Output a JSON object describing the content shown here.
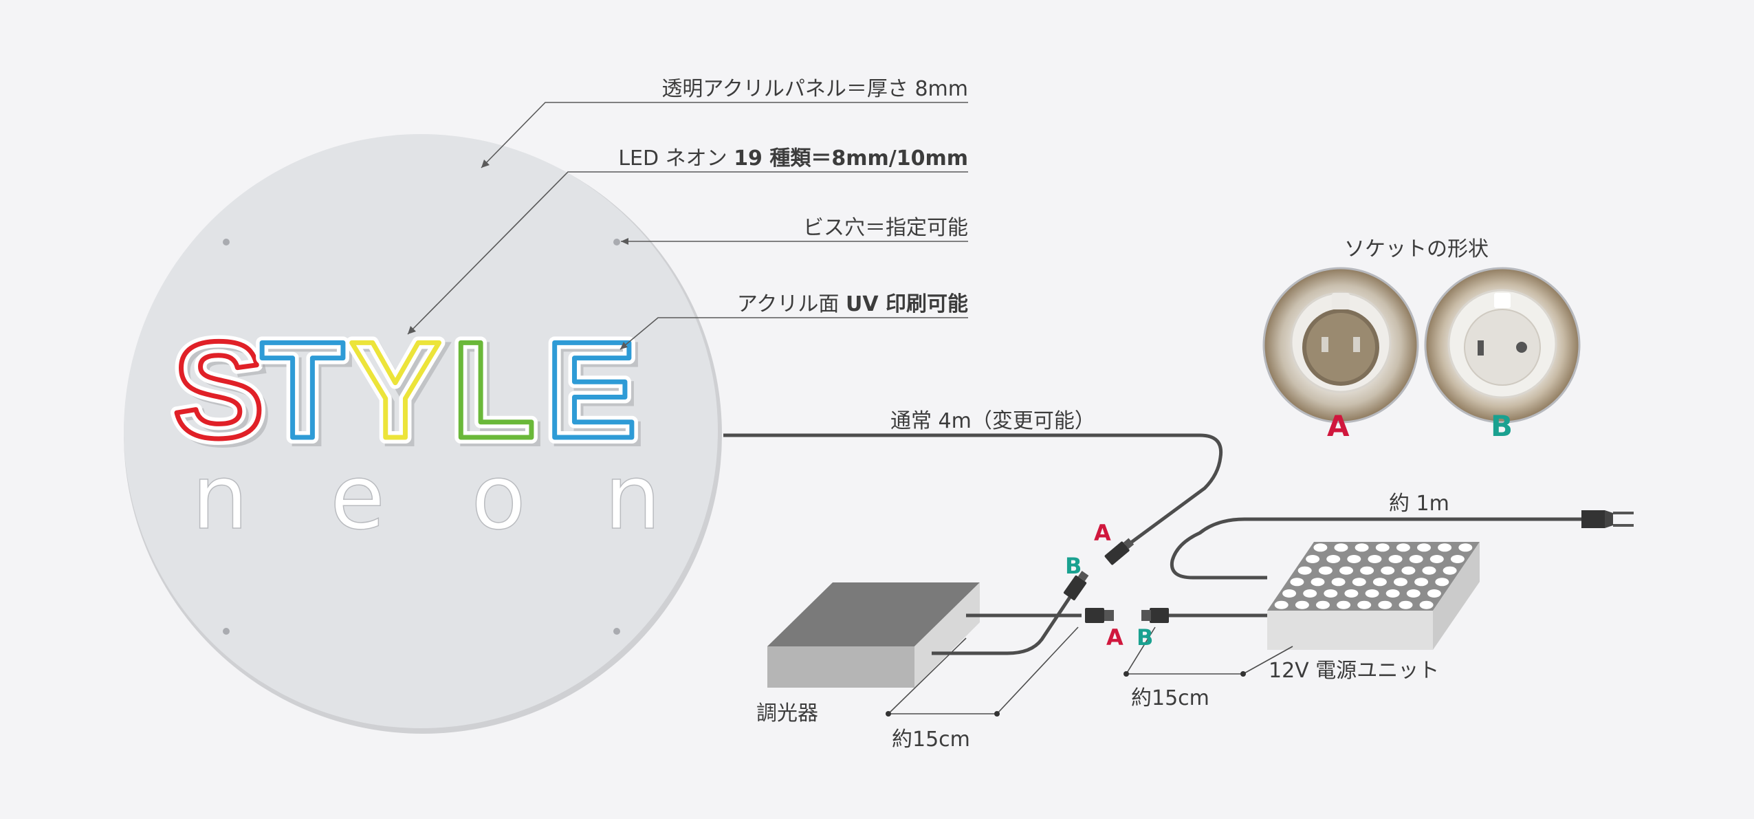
{
  "panel": {
    "sign_word": "STYLE",
    "sign_sub": "neon",
    "letters": [
      {
        "char": "S",
        "color": "#e02027"
      },
      {
        "char": "T",
        "color": "#2e9bd6"
      },
      {
        "char": "Y",
        "color": "#ece43a"
      },
      {
        "char": "L",
        "color": "#6ab839"
      },
      {
        "char": "E",
        "color": "#2e9bd6"
      }
    ]
  },
  "callouts": {
    "panel": "透明アクリルパネル＝厚さ 8mm",
    "neon_prefix": "LED ネオン ",
    "neon_bold": "19 種類＝8mm/10mm",
    "screw": "ビス穴＝指定可能",
    "uv_prefix": "アクリル面 ",
    "uv_bold": "UV 印刷可能"
  },
  "socket": {
    "title": "ソケットの形状",
    "label_a": "A",
    "label_b": "B"
  },
  "cables": {
    "main_length": "通常 4m（変更可能）",
    "plug_length": "約 1m",
    "dimmer_gap": "約15cm",
    "psu_gap": "約15cm",
    "conn_a": "A",
    "conn_b": "B"
  },
  "devices": {
    "dimmer": "調光器",
    "psu": "12V 電源ユニット"
  },
  "colors": {
    "accent_a": "#d0173d",
    "accent_b": "#1aa190",
    "cable": "#4d4d4d",
    "panel": "#e1e3e6"
  }
}
